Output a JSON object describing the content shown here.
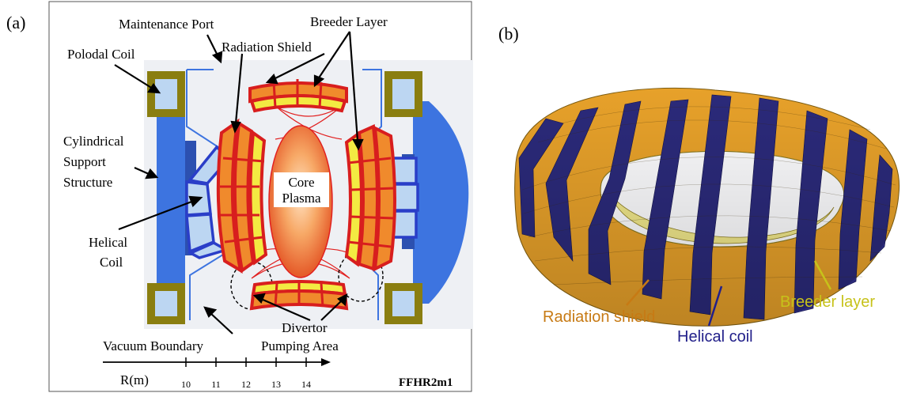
{
  "panel_a": {
    "tag": "(a)",
    "labels": {
      "maintenance_port": "Maintenance Port",
      "breeder_layer": "Breeder Layer",
      "radiation_shield": "Radiation Shield",
      "polodal_coil": "Polodal Coil",
      "cyl_line1": "Cylindrical",
      "cyl_line2": "Support",
      "cyl_line3": "Structure",
      "helical_line1": "Helical",
      "helical_line2": "Coil",
      "core_line1": "Core",
      "core_line2": "Plasma",
      "divertor_line1": "Divertor",
      "divertor_line2": "Pumping Area",
      "vacuum_boundary": "Vacuum Boundary",
      "r_axis_label": "R(m)",
      "design_name": "FFHR2m1"
    },
    "r_ticks": [
      "10",
      "11",
      "12",
      "13",
      "14"
    ]
  },
  "panel_b": {
    "tag": "(b)",
    "labels": {
      "radiation_shield": "Radiation shield",
      "helical_coil": "Helical coil",
      "breeder_layer": "Breeder layer"
    }
  },
  "colors": {
    "helical_coil": "#2b2a7a",
    "radiation_shield": "#e38a1e",
    "breeder_layer": "#f2ec50",
    "label_radiation": "#c77a14",
    "label_helical": "#22208a",
    "label_breeder": "#c7c21a",
    "support_blue": "#3d74e0",
    "coil_light_blue": "#bcd6f2",
    "coil_frame": "#8a7e10",
    "shield_red": "#d81e1e"
  }
}
